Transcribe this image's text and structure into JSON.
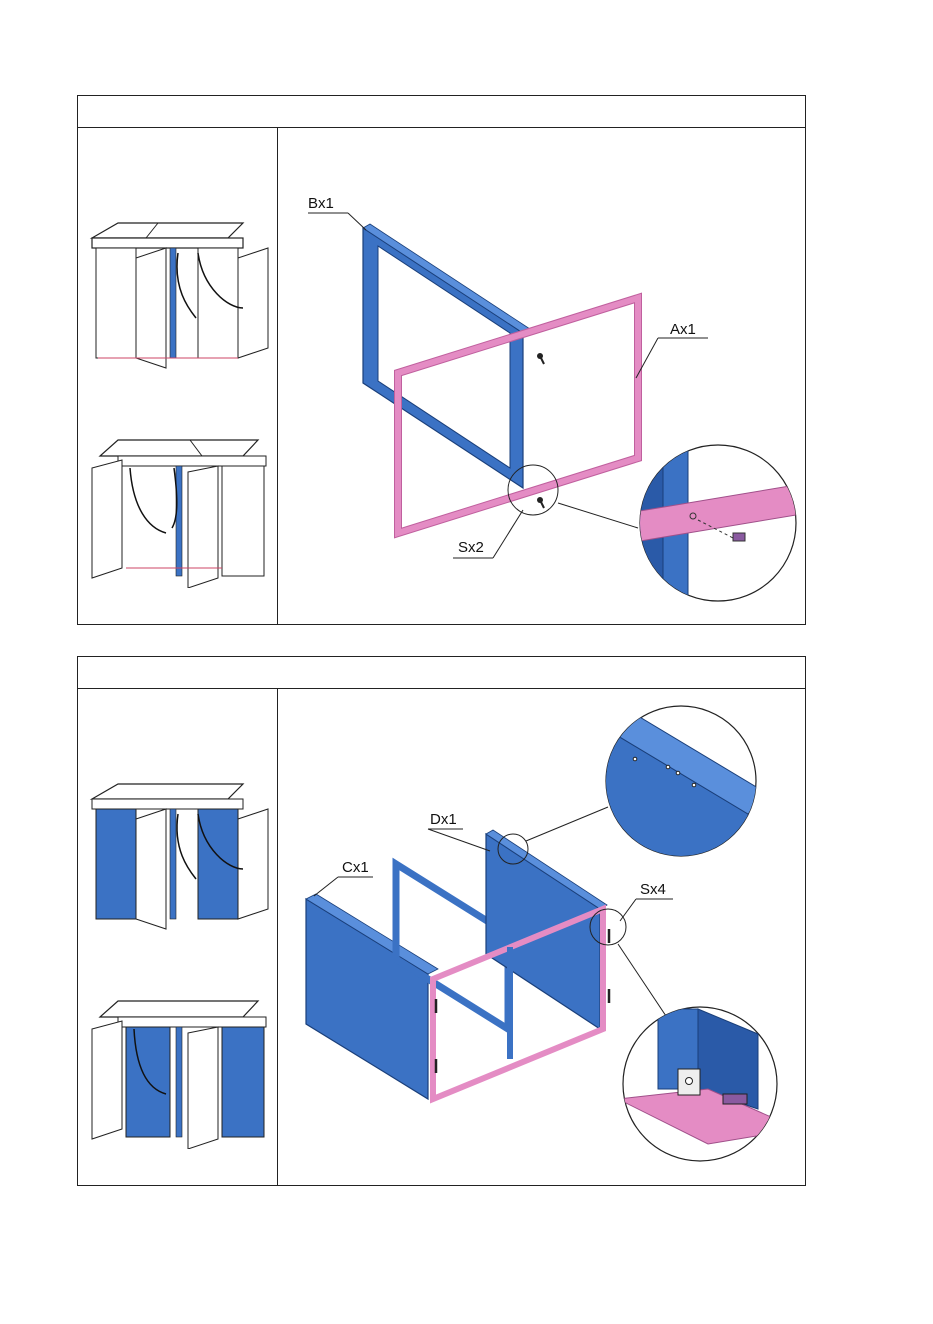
{
  "steps": [
    {
      "labels": {
        "part_b": "Bx1",
        "part_a": "Ax1",
        "screws": "Sx2"
      },
      "colors": {
        "panel_blue": "#3B72C4",
        "frame_pink": "#E48CC4"
      }
    },
    {
      "labels": {
        "part_c": "Cx1",
        "part_d": "Dx1",
        "screws": "Sx4"
      },
      "colors": {
        "panel_blue": "#3B72C4",
        "frame_pink": "#E48CC4"
      }
    }
  ]
}
